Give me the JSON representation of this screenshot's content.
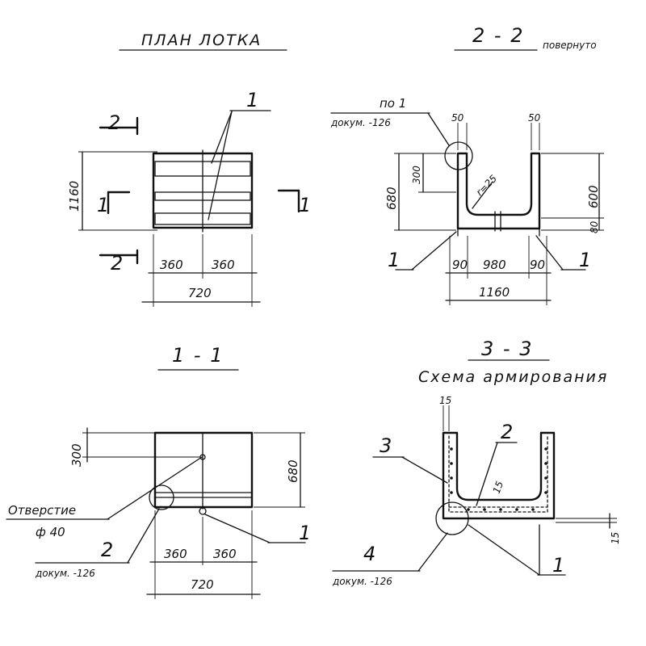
{
  "views": {
    "plan": {
      "title": "ПЛАН ЛОТКА",
      "callout": "1",
      "section_mark": "2",
      "section_1": "1",
      "dim_height": "1160",
      "dim_left": "360",
      "dim_right": "360",
      "dim_total": "720"
    },
    "section_22": {
      "title": "2 - 2",
      "subtitle": "повернуто",
      "ref_line1": "по 1",
      "ref_line2": "докум. -126",
      "dim_top_left": "50",
      "dim_top_right": "50",
      "dim_300": "300",
      "dim_680": "680",
      "radius": "r=25",
      "dim_600": "600",
      "dim_80": "80",
      "callout_left": "1",
      "callout_right": "1",
      "dim_90_left": "90",
      "dim_980": "980",
      "dim_90_right": "90",
      "dim_total": "1160"
    },
    "section_11": {
      "title": "1 - 1",
      "dim_300": "300",
      "dim_680": "680",
      "hole_label": "Отверстие",
      "hole_size": "ф 40",
      "ref_num": "2",
      "ref_doc": "докум. -126",
      "callout": "1",
      "dim_left": "360",
      "dim_right": "360",
      "dim_total": "720"
    },
    "section_33": {
      "title": "3 - 3",
      "subtitle": "Схема армирования",
      "dim_15_top": "15",
      "callout_3": "3",
      "callout_2": "2",
      "dim_15_inner": "15",
      "dim_15_right": "15",
      "ref_num": "4",
      "ref_doc": "докум. -126",
      "callout_1": "1"
    }
  }
}
